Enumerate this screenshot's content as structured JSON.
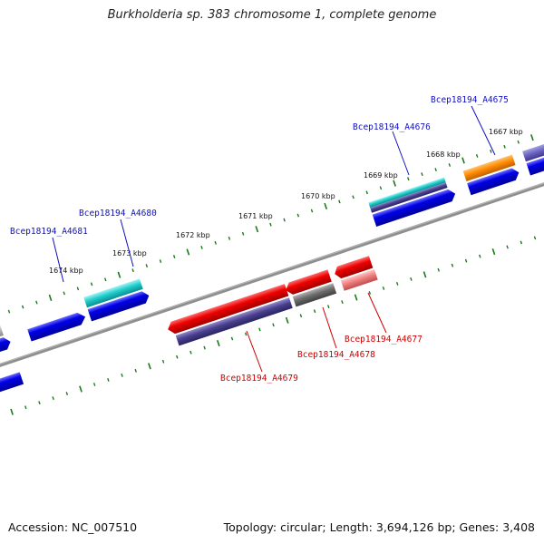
{
  "title": "Burkholderia sp. 383 chromosome 1, complete genome",
  "footer": {
    "accession": "Accession: NC_007510",
    "summary": "Topology: circular; Length: 3,694,126 bp; Genes: 3,408"
  },
  "colors": {
    "backbone": "#8a8a8a",
    "tick": "#1a7a1a",
    "label_forward": "#1010c0",
    "label_reverse": "#cc0000"
  },
  "scale_labels": [
    "1667 kbp",
    "1668 kbp",
    "1669 kbp",
    "1670 kbp",
    "1671 kbp",
    "1672 kbp",
    "1673 kbp",
    "1674 kbp"
  ],
  "genes": [
    {
      "locus": "Bcep18194_A4675",
      "strand": "forward",
      "labeled": true
    },
    {
      "locus": "Bcep18194_A4676",
      "strand": "forward",
      "labeled": true
    },
    {
      "locus": "Bcep18194_A4677",
      "strand": "reverse",
      "labeled": true
    },
    {
      "locus": "Bcep18194_A4678",
      "strand": "reverse",
      "labeled": true
    },
    {
      "locus": "Bcep18194_A4679",
      "strand": "reverse",
      "labeled": true
    },
    {
      "locus": "Bcep18194_A4680",
      "strand": "forward",
      "labeled": true
    },
    {
      "locus": "Bcep18194_A4681",
      "strand": "forward",
      "labeled": true
    }
  ]
}
